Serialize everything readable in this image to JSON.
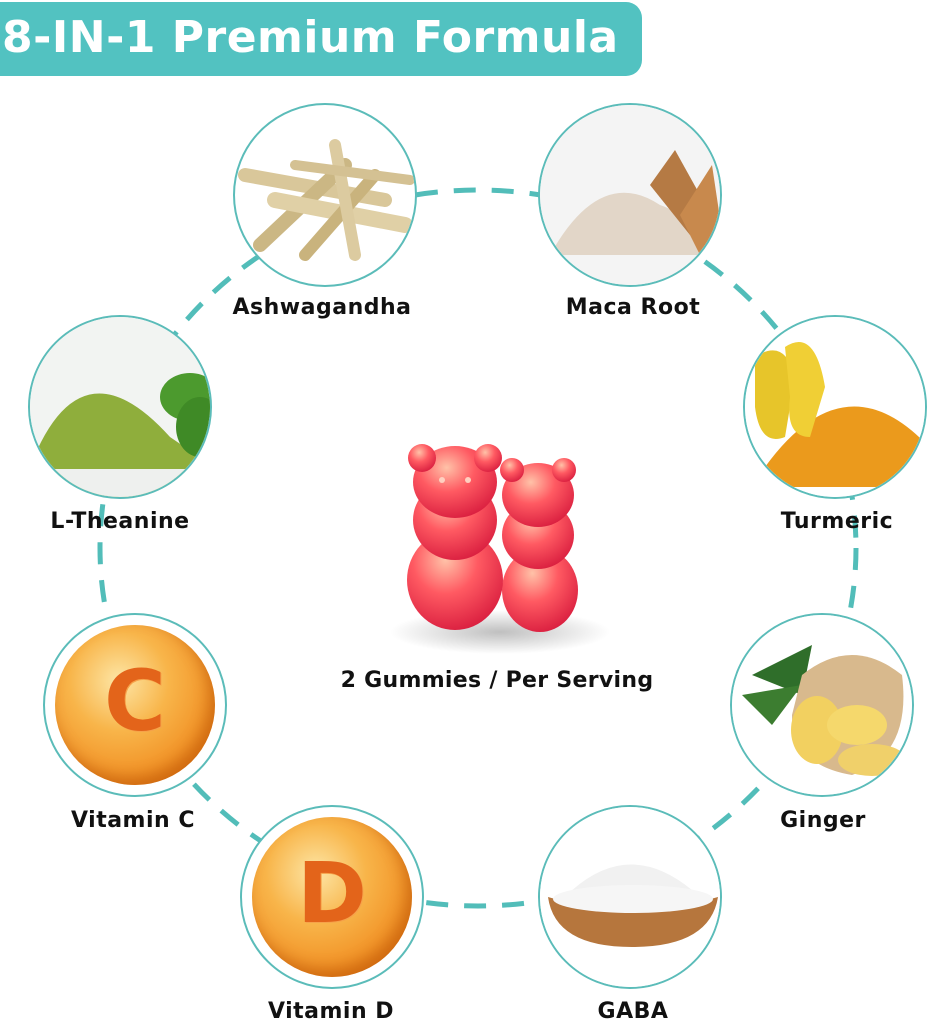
{
  "banner": {
    "title": "8-IN-1 Premium Formula",
    "background_color": "#52c2c1",
    "text_color": "#ffffff"
  },
  "center": {
    "image": "two-red-gummy-bears",
    "caption": "2 Gummies / Per Serving"
  },
  "ring": {
    "dash_color": "#52bdb9",
    "style": "dashed-circle-connector"
  },
  "ingredients": [
    {
      "name": "Ashwagandha",
      "image": "ashwagandha-roots"
    },
    {
      "name": "Maca Root",
      "image": "maca-root-powder"
    },
    {
      "name": "L-Theanine",
      "image": "green-tea-powder"
    },
    {
      "name": "Turmeric",
      "image": "turmeric-powder"
    },
    {
      "name": "Vitamin C",
      "image": "vitamin-c-orb",
      "letter": "C"
    },
    {
      "name": "Ginger",
      "image": "ginger-root"
    },
    {
      "name": "Vitamin D",
      "image": "vitamin-d-orb",
      "letter": "D"
    },
    {
      "name": "GABA",
      "image": "white-powder-bowl"
    }
  ]
}
